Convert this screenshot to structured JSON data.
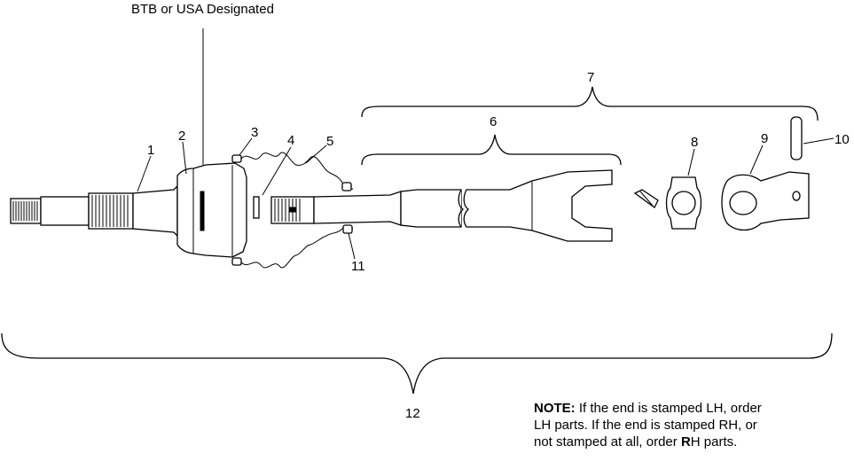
{
  "header_label": "BTB or USA Designated",
  "callouts": [
    "1",
    "2",
    "3",
    "4",
    "5",
    "6",
    "7",
    "8",
    "9",
    "10",
    "11",
    "12"
  ],
  "note": {
    "lead": "NOTE:",
    "line1": " If the end is stamped LH, order",
    "line2": "LH parts.  If the end is stamped RH, or",
    "line3_pre": "not stamped at all, order ",
    "line3_bold": "R",
    "line3_post": "H parts."
  }
}
